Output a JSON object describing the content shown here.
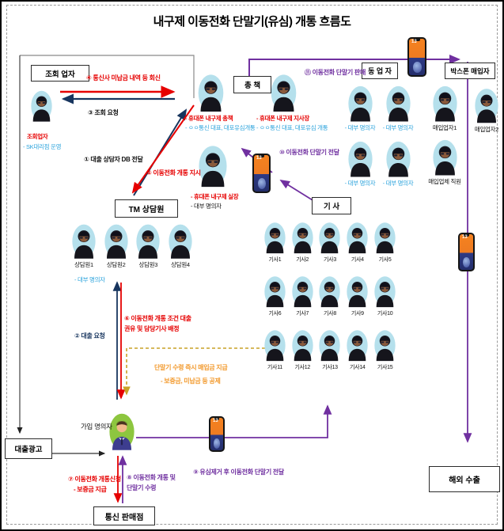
{
  "title": "내구제 이동전화 단말기(유심) 개통 흐름도",
  "colors": {
    "step_red": "#e60000",
    "info_blue": "#2ba3dc",
    "arrow_navy": "#17355e",
    "deliver_purple": "#7030a0",
    "pay_orange": "#f29a2e",
    "pay_dash_gold": "#c9a227",
    "avatar_bg": "#b5e0ec",
    "victim_bg": "#8dc63f"
  },
  "boxes": {
    "lookup": "조회 업자",
    "boss": "총 책",
    "tm": "TM 상담원",
    "kisa": "기 사",
    "partner": "동 업 자",
    "box_buyer": "박스폰 매입자",
    "loan_ad": "대출광고",
    "store": "통신 판매점",
    "export": "해외 수출"
  },
  "people": {
    "lookup_agent": {
      "name": "조회업자",
      "note": "- SK대리점 운영"
    },
    "boss1": {
      "line1": "- 휴대폰 내구제 총책",
      "line2": "- ㅇㅇ통신 대표, 대포유심개통"
    },
    "boss2": {
      "line1": "- 휴대폰 내구제 지사장",
      "line2": "- ㅇㅇ통신 대표, 대포유심 개통"
    },
    "siljang": {
      "line1": "- 휴대폰 내구제 실장",
      "line2": "- 대부 명의자"
    },
    "victim": {
      "label": "가입 명의자"
    },
    "counselors": [
      "상담원1",
      "상담원2",
      "상담원3",
      "상담원4"
    ],
    "counselor_note": "- 대부 명의자",
    "kisa": [
      "기사1",
      "기사2",
      "기사3",
      "기사4",
      "기사5",
      "기사6",
      "기사7",
      "기사8",
      "기사9",
      "기사10",
      "기사11",
      "기사12",
      "기사13",
      "기사14",
      "기사15"
    ],
    "partners": [
      "- 대부 명의자",
      "- 대부 명의자",
      "- 대부 명의자",
      "- 대부 명의자"
    ],
    "buyers": {
      "buyer1": "매입업자1",
      "buyer2": "매입업자2",
      "staff": "매입업체 직원"
    }
  },
  "flow": {
    "s1": "① 대출 상담자 DB 전달",
    "s2": "② 대출 요청",
    "s3": "③ 조회 요청",
    "s4": "④ 통신사 미납금 내역 등 회신",
    "s5": "⑤ 이동전화 개통 지시",
    "s6a": "⑥ 이동전화 개통 조건 대출",
    "s6b": "권유 및 담당기사 배정",
    "pay1": "단말기 수령 즉시 매입금 지급",
    "pay2": "- 보증금, 미납금 등 공제",
    "s7a": "⑦ 이동전화 개통신청",
    "s7b": "- 보증금 지급",
    "s8a": "⑧ 이동전화 개통 및",
    "s8b": "단말기 수령",
    "s9": "⑨ 유심제거 후 이동전화 단말기 전달",
    "s10": "⑩ 이동전화 단말기 전달",
    "s11": "⑪ 이동전화 단말기 판매"
  },
  "phone": {
    "badge": "13"
  }
}
